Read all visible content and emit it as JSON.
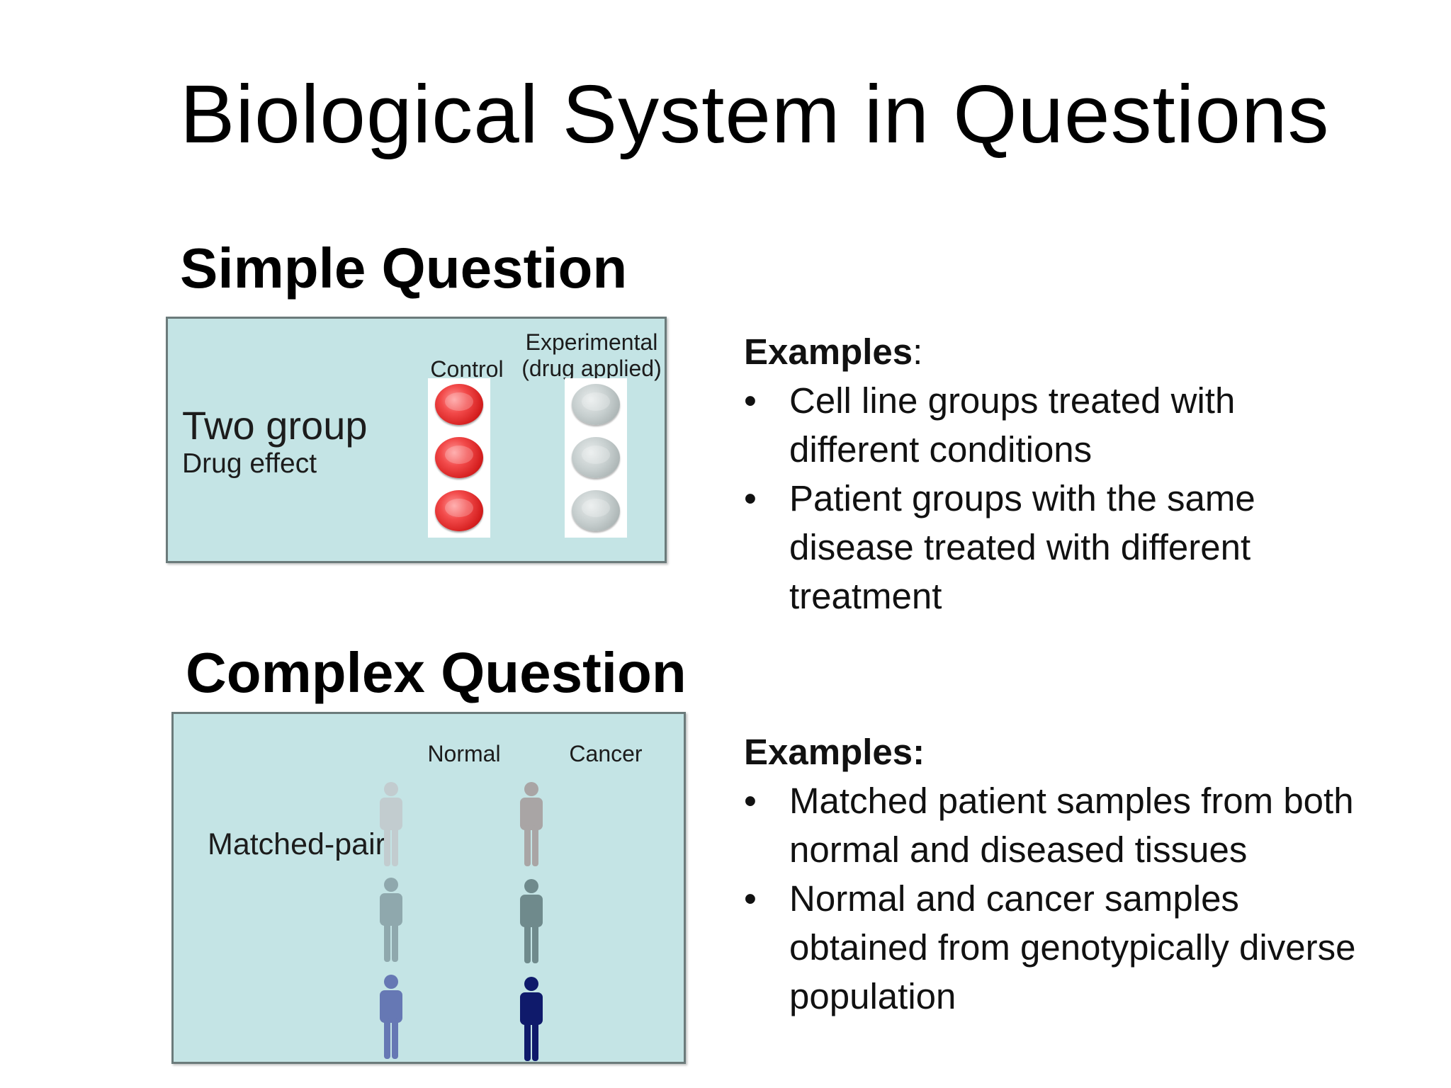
{
  "slide": {
    "title": "Biological System in Questions"
  },
  "simple": {
    "heading": "Simple Question",
    "figure": {
      "group_label": "Two group",
      "sub_label": "Drug effect",
      "control_label": "Control",
      "experimental_label_line1": "Experimental",
      "experimental_label_line2": "(drug applied)",
      "plate_colors": {
        "control": "#e53030",
        "experimental": "#bcc4c4"
      }
    },
    "examples": {
      "heading": "Examples",
      "colon": ":",
      "items": [
        {
          "bullet": "•",
          "line1": "Cell line groups treated with",
          "line2": "different conditions"
        },
        {
          "bullet": "•",
          "line1": "Patient groups with the same",
          "line2": "disease treated with different",
          "line3": "treatment"
        }
      ]
    }
  },
  "complex": {
    "heading": "Complex Question",
    "figure": {
      "pair_label": "Matched-pair",
      "normal_label": "Normal",
      "cancer_label": "Cancer",
      "person_colors": {
        "normal": [
          "#c2cccf",
          "#8fa8ad",
          "#6678b4"
        ],
        "cancer": [
          "#a9a5a5",
          "#6f8a8c",
          "#0f1a6b"
        ]
      }
    },
    "examples": {
      "heading": "Examples:",
      "items": [
        {
          "bullet": "•",
          "line1": "Matched patient samples from both",
          "line2": "normal and diseased tissues"
        },
        {
          "bullet": "•",
          "line1": "Normal and cancer samples",
          "line2": "obtained from genotypically diverse",
          "line3": "population"
        }
      ]
    }
  }
}
